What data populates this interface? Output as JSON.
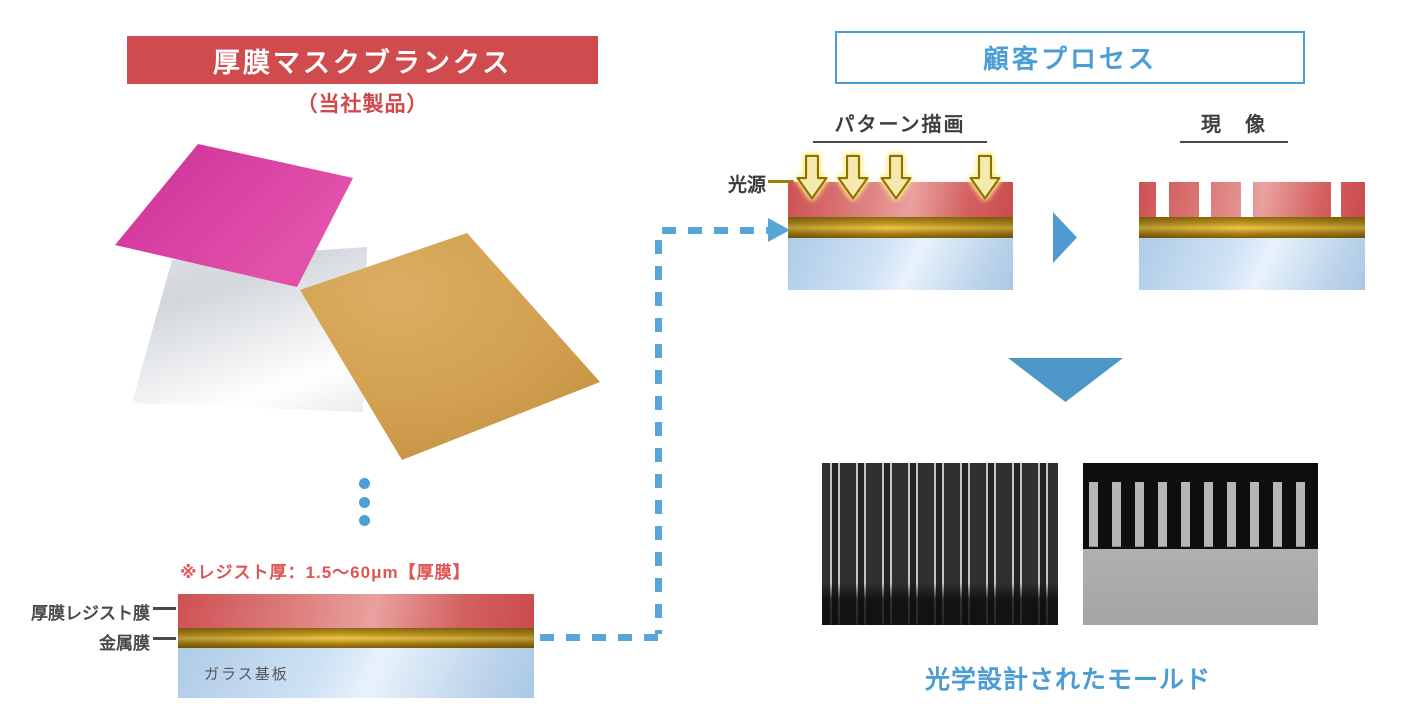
{
  "left_panel": {
    "banner_title": "厚膜マスクブランクス",
    "subtitle": "（当社製品）",
    "resist_note": "※レジスト厚：1.5～60μm【厚膜】",
    "layer_labels": {
      "resist": "厚膜レジスト膜",
      "metal": "金属膜",
      "glass": "ガラス基板"
    }
  },
  "right_panel": {
    "box_title": "顧客プロセス",
    "steps": [
      {
        "label": "パターン描画",
        "light_source": "光源"
      },
      {
        "label": "現　像"
      }
    ],
    "result_caption": "光学設計されたモールド"
  },
  "colors": {
    "banner_red": "#d04b4e",
    "note_red": "#df5555",
    "process_blue": "#4a9ed5",
    "connector_blue": "#58a5d8",
    "triangle_blue": "#4d96c8",
    "caption_blue": "#4a9cd3",
    "resist_red": "#d25356",
    "metal_gold": "#c0971f",
    "glass_blue": "#bcd6ee",
    "light_arrow_yellow": "#f6e9ae",
    "light_arrow_outline": "#8a7400",
    "label_gray": "#4a4a4a"
  }
}
